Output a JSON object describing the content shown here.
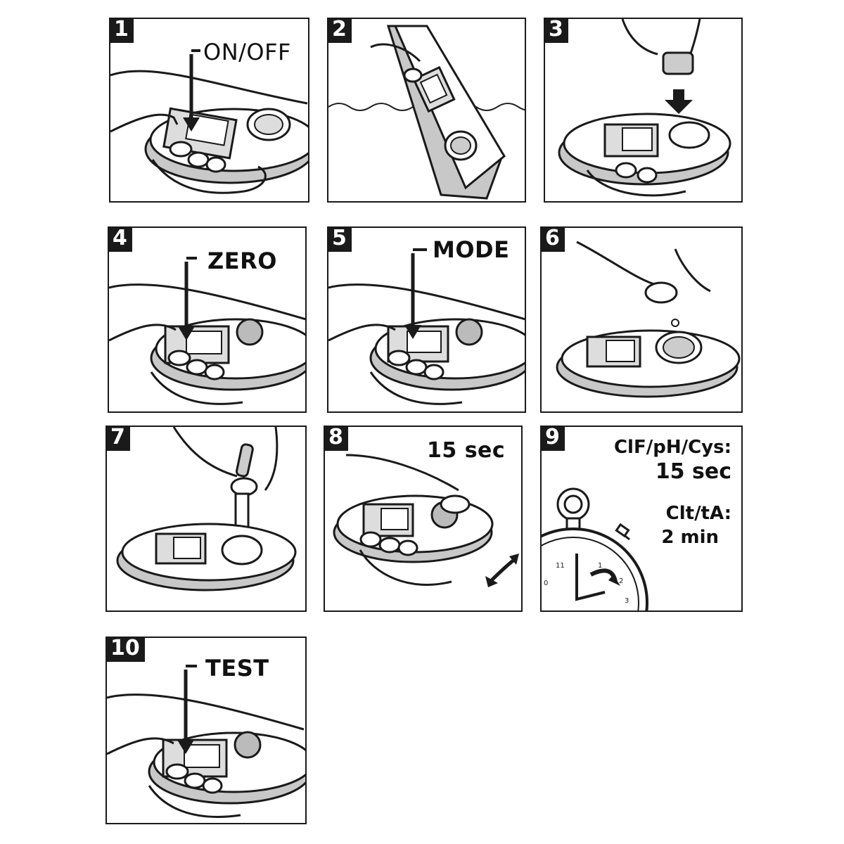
{
  "steps": [
    {
      "number": "1",
      "label": "ON/OFF",
      "kind": "button-press"
    },
    {
      "number": "2",
      "label": "",
      "kind": "dip-water"
    },
    {
      "number": "3",
      "label": "",
      "kind": "cap-on"
    },
    {
      "number": "4",
      "label": "ZERO",
      "kind": "button-press"
    },
    {
      "number": "5",
      "label": "MODE",
      "kind": "button-press"
    },
    {
      "number": "6",
      "label": "",
      "kind": "add-tablet"
    },
    {
      "number": "7",
      "label": "",
      "kind": "crush-tablet"
    },
    {
      "number": "8",
      "label": "15 sec",
      "kind": "shake"
    },
    {
      "number": "9",
      "label": "",
      "kind": "timer",
      "timer": {
        "line1": "ClF/pH/Cys:",
        "line2": "15 sec",
        "line3": "Clt/tA:",
        "line4": "2 min",
        "dial_marks": [
          "11",
          "1",
          "2",
          "3",
          "0"
        ]
      }
    },
    {
      "number": "10",
      "label": "TEST",
      "kind": "button-press"
    }
  ],
  "colors": {
    "line": "#1a1a1a",
    "device_shade": "#c8c8c8",
    "water": "#222222"
  }
}
